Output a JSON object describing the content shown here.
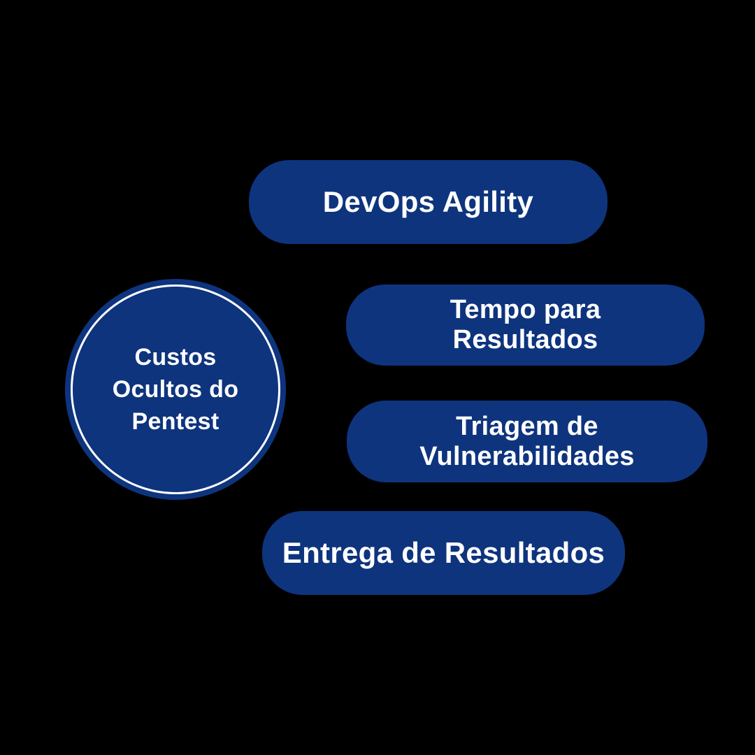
{
  "colors": {
    "background": "#000000",
    "node_fill": "#0e347e",
    "text": "#ffffff",
    "ring": "#ffffff"
  },
  "hub": {
    "label": "Custos\nOcultos do\nPentest"
  },
  "nodes": [
    {
      "label": "DevOps Agility"
    },
    {
      "label": "Tempo para\nResultados"
    },
    {
      "label": "Triagem de\nVulnerabilidades"
    },
    {
      "label": "Entrega de Resultados"
    }
  ]
}
